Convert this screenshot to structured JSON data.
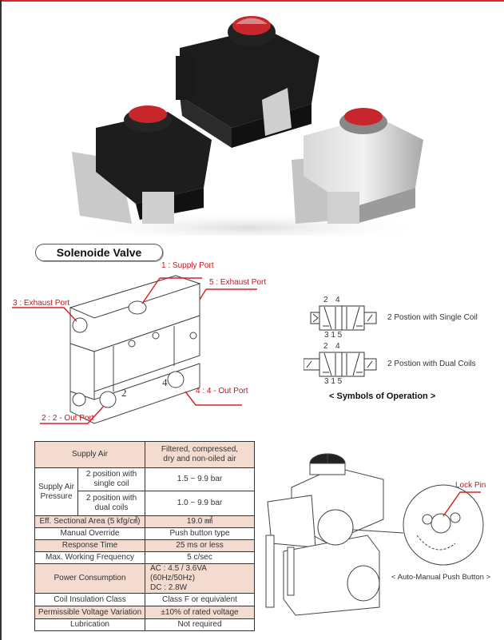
{
  "section_title": "Solenoide Valve",
  "valve_labels": {
    "supply_port": "1 : Supply Port",
    "exhaust_port_5": "5 : Exhaust Port",
    "exhaust_port_3": "3 : Exhaust Port",
    "out_port_4": "4 : 4 - Out Port",
    "out_port_2": "2 : 2 - Out Port",
    "body_mark_2": "2",
    "body_mark_4": "4"
  },
  "symbols": {
    "port_top_a": "2",
    "port_top_b": "4",
    "port_bottom": "3 1 5",
    "single_coil": "2 Postion with Single Coil",
    "dual_coils": "2 Postion with Dual Coils",
    "title": "< Symbols of Operation >"
  },
  "spec_table": {
    "supply_air": {
      "label": "Supply Air",
      "value1": "Filtered, compressed,",
      "value2": "dry and non-oiled air"
    },
    "supply_air_pressure": {
      "label1": "Supply Air",
      "label2": "Pressure",
      "single": {
        "label1": "2 position with",
        "label2": "single coil",
        "value": "1.5 ~ 9.9 bar"
      },
      "dual": {
        "label1": "2 position with",
        "label2": "dual coils",
        "value": "1.0 ~ 9.9 bar"
      }
    },
    "rows": [
      {
        "label": "Eff. Sectional Area (5 kfg/㎠)",
        "value": "19.0 ㎟"
      },
      {
        "label": "Manual Override",
        "value": "Push button type"
      },
      {
        "label": "Response Time",
        "value": "25 ms or less"
      },
      {
        "label": "Max. Working Frequency",
        "value": "5 c/sec"
      }
    ],
    "power": {
      "label": "Power Consumption",
      "value1": "AC : 4.5 / 3.6VA (60Hz/50Hz)",
      "value2": "DC : 2.8W"
    },
    "rows2": [
      {
        "label": "Coil Insulation Class",
        "value": "Class F or equivalent"
      },
      {
        "label": "Permissible Voltage Variation",
        "value": "±10% of rated voltage"
      },
      {
        "label": "Lubrication",
        "value": "Not required"
      }
    ]
  },
  "detail": {
    "lock_pin": "Lock Pin",
    "caption": "< Auto-Manual Push Button >"
  },
  "colors": {
    "accent": "#d8232a",
    "table_fill": "#f4dbd0"
  }
}
